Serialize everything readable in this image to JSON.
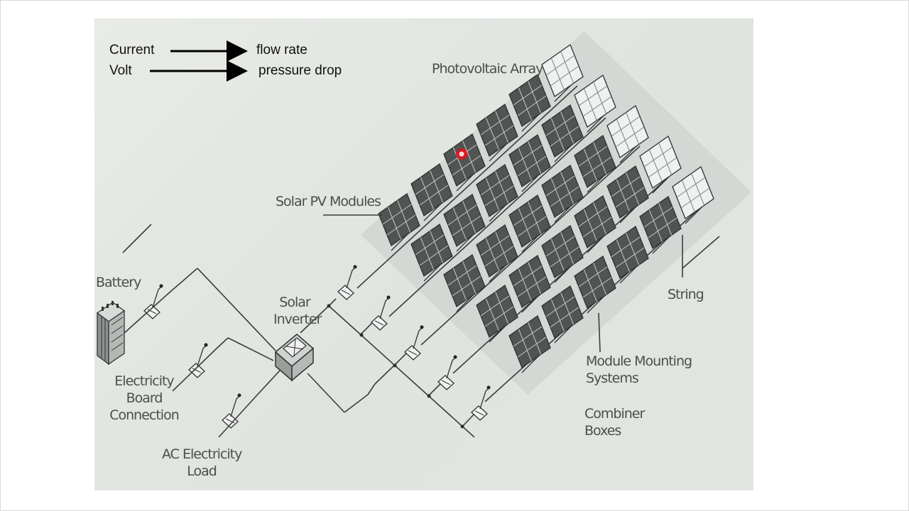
{
  "legend": {
    "rows": [
      {
        "term": "Current",
        "meaning": "flow rate"
      },
      {
        "term": "Volt",
        "meaning": "pressure drop"
      }
    ]
  },
  "labels": {
    "photovoltaic_array": "Photovoltaic Array",
    "solar_pv_modules": "Solar PV Modules",
    "battery": "Battery",
    "solar_inverter": [
      "Solar",
      "Inverter"
    ],
    "string": "String",
    "electricity_board": [
      "Electricity",
      "Board",
      "Connection"
    ],
    "module_mounting": [
      "Module Mounting",
      "Systems"
    ],
    "combiner_boxes": [
      "Combiner",
      "Boxes"
    ],
    "ac_load": [
      "AC Electricity",
      "Load"
    ]
  },
  "colors": {
    "slide_bg": "#e2e6e1",
    "panel_dark": "#505452",
    "panel_light": "#eef1ef",
    "line": "#3a3d3b",
    "pointer": "#e0141c"
  }
}
